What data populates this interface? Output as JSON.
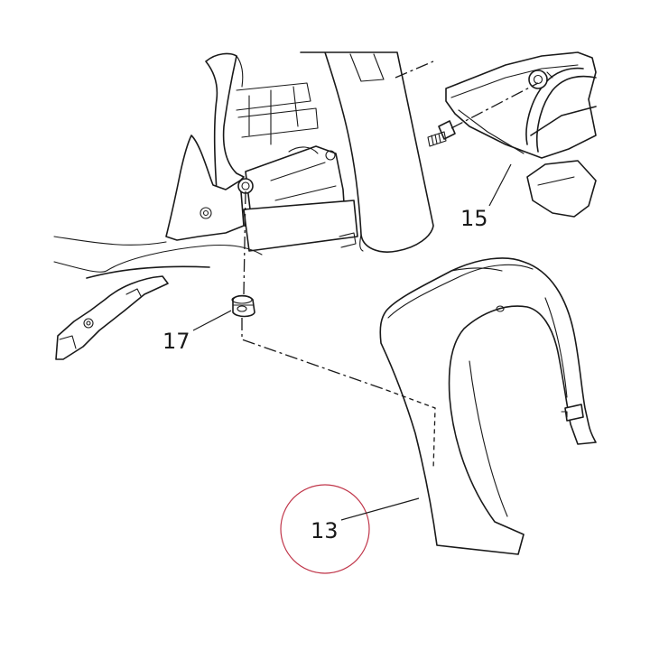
{
  "callouts": [
    {
      "id": "13",
      "label": "13",
      "highlighted": true
    },
    {
      "id": "15",
      "label": "15",
      "highlighted": false
    },
    {
      "id": "17",
      "label": "17",
      "highlighted": false
    }
  ],
  "colors": {
    "line": "#1a1a1a",
    "highlight_circle": "#c0364a",
    "background": "#ffffff"
  }
}
